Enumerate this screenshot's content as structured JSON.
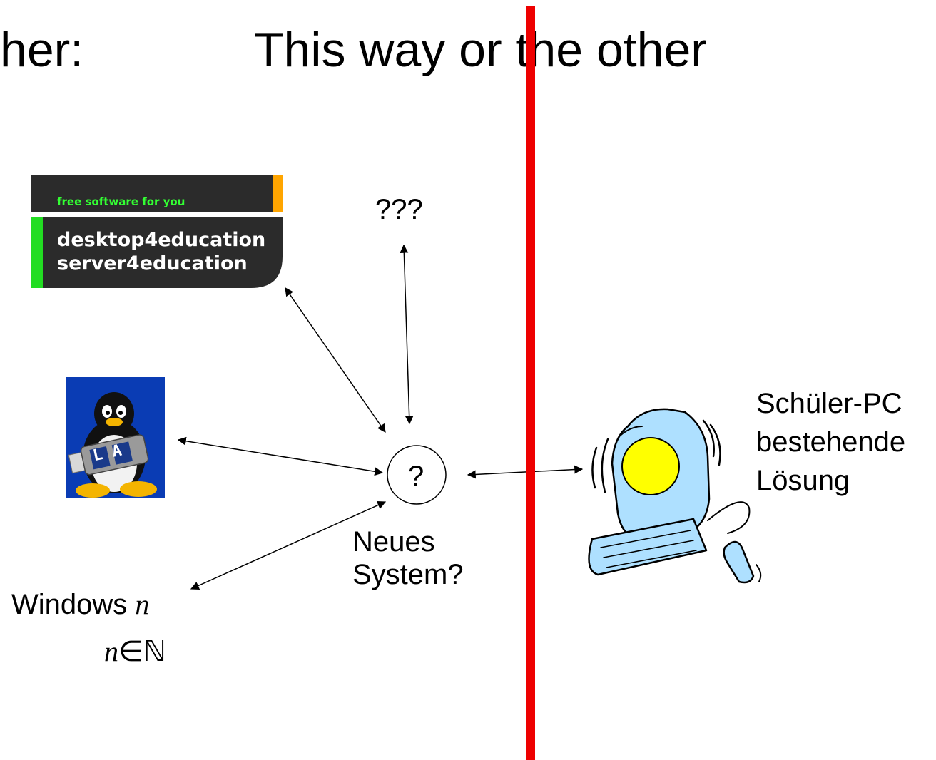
{
  "titles": {
    "left_fragment": "her:",
    "main": "This way or the other"
  },
  "badge": {
    "tagline": "free software for you",
    "line1": "desktop4education",
    "line2": "server4education",
    "colors": {
      "background": "#2b2b2b",
      "accent_green": "#22dd22",
      "accent_orange": "#ffa500",
      "tagline_text": "#33ff33"
    }
  },
  "linux_usb": {
    "icon": "penguin-usb-stick-icon",
    "stick_letters": "LA",
    "colors": {
      "background": "#0a3cb4"
    }
  },
  "nodes": {
    "unknown": "???",
    "center": "?",
    "new_system_line1": "Neues",
    "new_system_line2": "System?",
    "windows_label": "Windows",
    "windows_var": "n",
    "windows_cond_var": "n",
    "windows_cond_rest": "∈ℕ"
  },
  "student_pc": {
    "line1": "Schüler-PC",
    "line2": "bestehende",
    "line3": "Lösung",
    "icon": "computer-clipart-icon",
    "colors": {
      "screen": "#ffff00",
      "body": "#aee0ff"
    }
  },
  "divider": {
    "color": "#ee0000"
  }
}
